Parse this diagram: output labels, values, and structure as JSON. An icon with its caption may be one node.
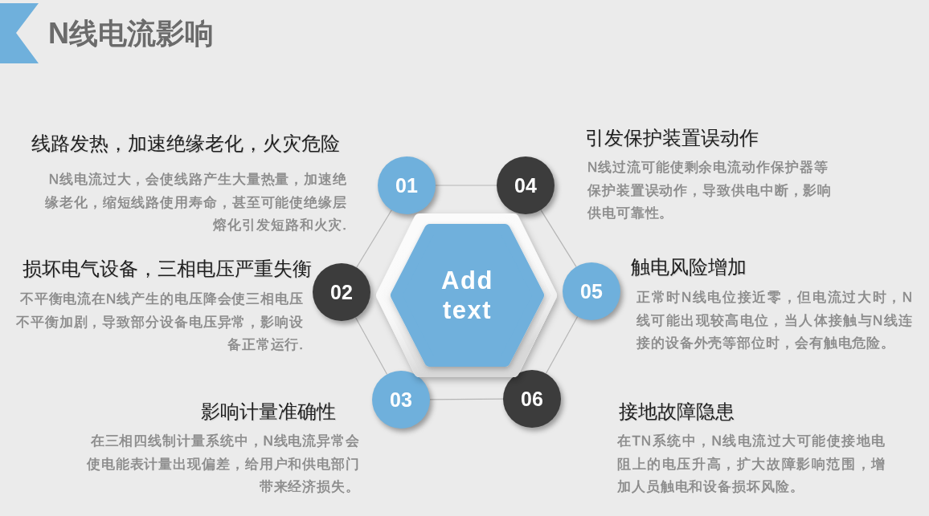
{
  "diagram": {
    "title": "N线电流影响",
    "nodes": [
      {
        "text": [
          "01"
        ],
        "beside": [
          "线路发热，加速绝缘老化，火灾危险",
          "N线电流过大，会使线路产生大量热量，加速绝缘老化，缩短线路使用寿命，甚至可能使绝缘层熔化引发短路和火灾."
        ]
      },
      {
        "text": [
          "02"
        ],
        "beside": [
          "损坏电气设备，三相电压严重失衡",
          "不平衡电流在N线产生的电压降会使三相电压不平衡加剧，导致部分设备电压异常，影响设备正常运行."
        ]
      },
      {
        "text": [
          "03"
        ],
        "beside": [
          "影响计量准确性",
          "在三相四线制计量系统中，N线电流异常会使电能表计量出现偏差，给用户和供电部门带来经济损失。"
        ]
      },
      {
        "text": [
          "04"
        ],
        "beside": [
          "引发保护装置误动作",
          "N线过流可能使剩余电流动作保护器等保护装置误动作，导致供电中断，影响供电可靠性。"
        ]
      },
      {
        "text": [
          "05"
        ],
        "beside": [
          "触电风险增加",
          "正常时N线电位接近零，但电流过大时，N线可能出现较高电位，当人体接触与N线连接的设备外壳等部位时，会有触电危险。"
        ]
      },
      {
        "text": [
          "06"
        ],
        "beside": [
          "接地故障隐患",
          "在TN系统中，N线电流过大可能使接地电阻上的电压升高，扩大故障影响范围，增加人员触电和设备损坏风险。"
        ]
      },
      {
        "text": [
          "Add text"
        ]
      }
    ],
    "edges": [
      {
        "from": 0,
        "to": 3,
        "arrow": "none"
      },
      {
        "from": 3,
        "to": 4,
        "arrow": "none"
      },
      {
        "from": 4,
        "to": 5,
        "arrow": "none"
      },
      {
        "from": 5,
        "to": 2,
        "arrow": "none"
      },
      {
        "from": 2,
        "to": 1,
        "arrow": "none"
      },
      {
        "from": 1,
        "to": 0,
        "arrow": "none"
      }
    ]
  }
}
